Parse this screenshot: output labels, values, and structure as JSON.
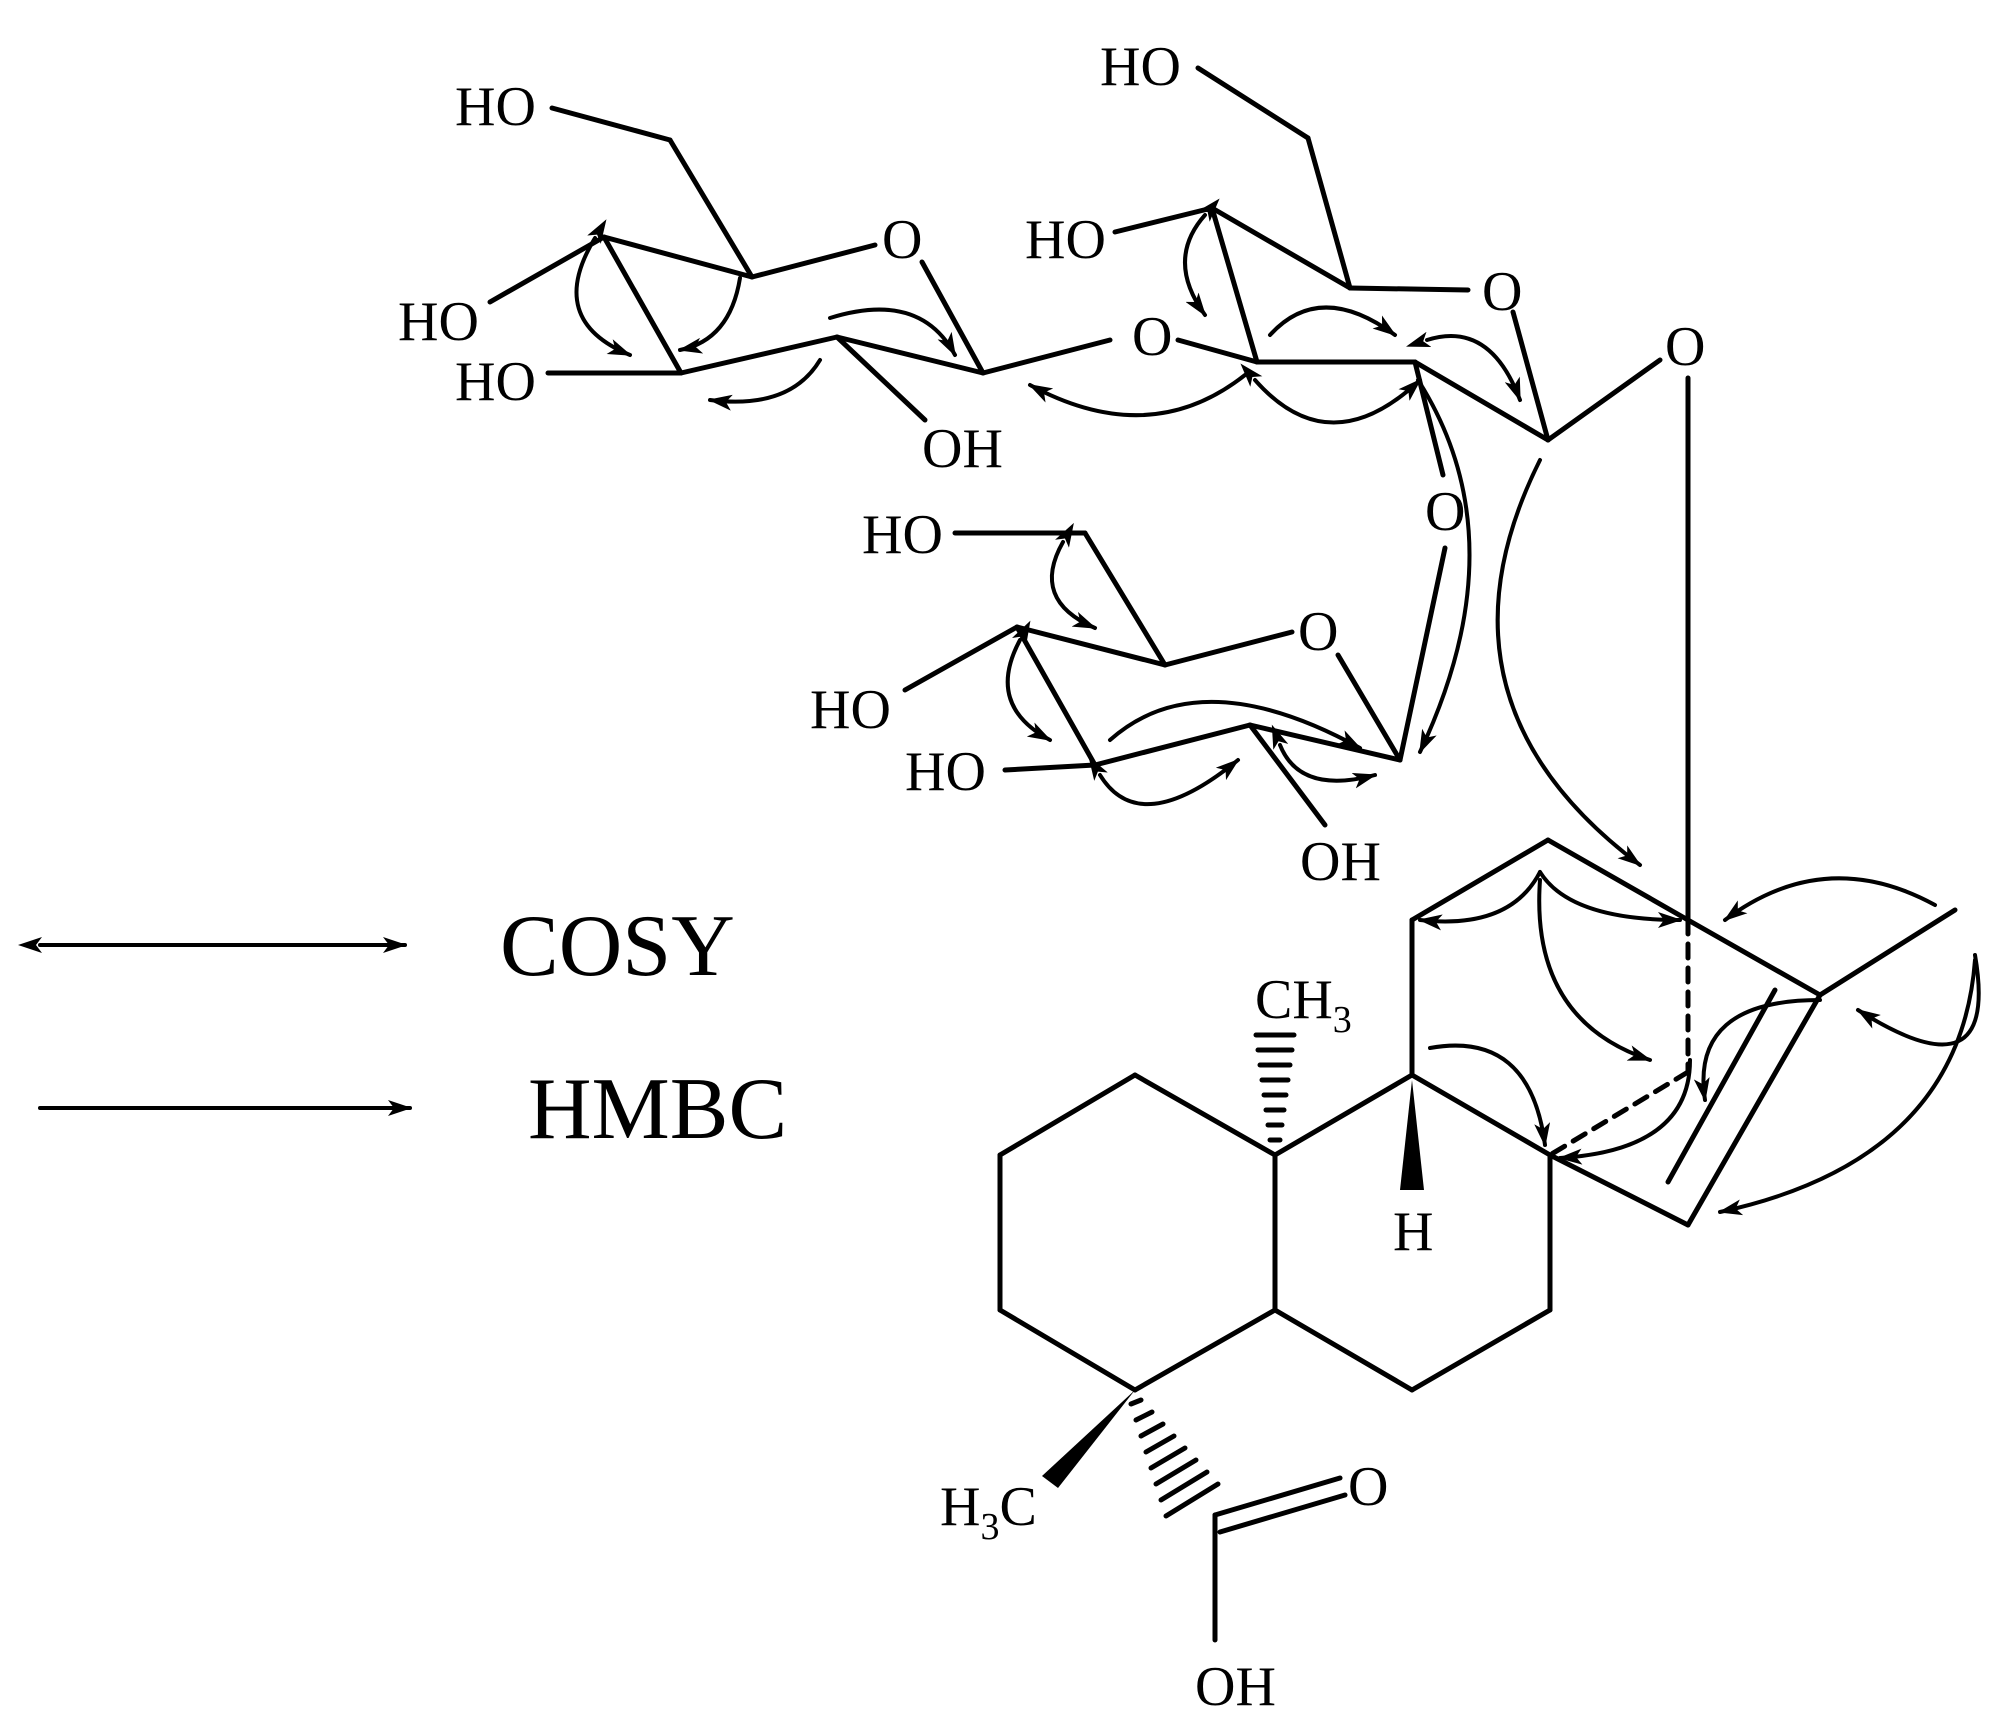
{
  "legend": {
    "cosy": "COSY",
    "hmbc": "HMBC"
  },
  "atoms": {
    "ho": "HO",
    "oh": "OH",
    "o": "O",
    "h": "H",
    "ch": "CH",
    "c": "C",
    "three": "3"
  },
  "colors": {
    "ink": "#000000",
    "background": "#ffffff"
  }
}
